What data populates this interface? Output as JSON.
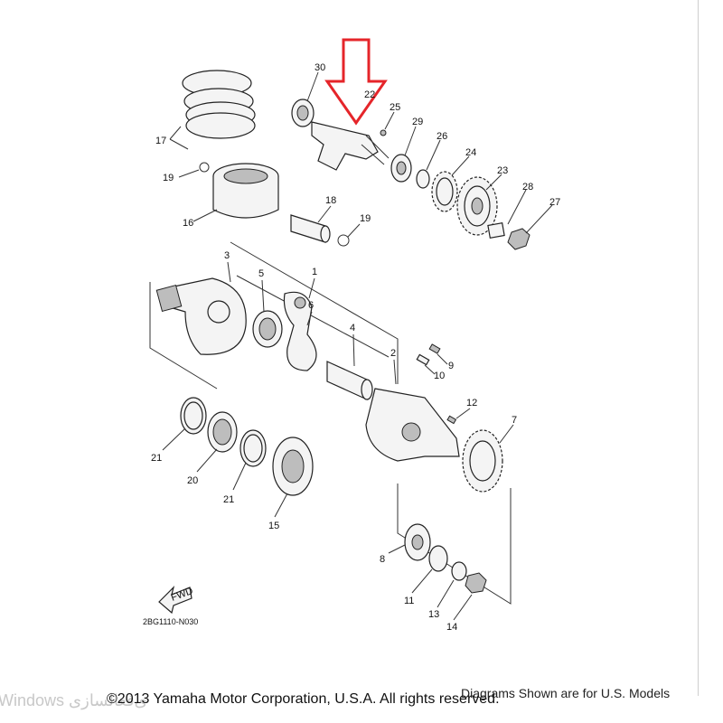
{
  "diagram": {
    "callouts": [
      "30",
      "22",
      "25",
      "29",
      "26",
      "24",
      "23",
      "28",
      "27",
      "17",
      "19",
      "18",
      "19",
      "16",
      "3",
      "5",
      "1",
      "6",
      "4",
      "2",
      "9",
      "10",
      "12",
      "7",
      "21",
      "20",
      "21",
      "15",
      "8",
      "11",
      "13",
      "14"
    ],
    "fwd_label": "FWD",
    "diagram_code": "2BG1110-N030"
  },
  "footer": {
    "copyright": "©2013 Yamaha Motor Corporation, U.S.A. All rights reserved.",
    "note": "Diagrams Shown are for U.S. Models",
    "watermark": "Windows ی‌فعالسازی"
  },
  "colors": {
    "arrow": "#e5252a",
    "ink": "#222222",
    "frame": "#cfcfcf"
  }
}
